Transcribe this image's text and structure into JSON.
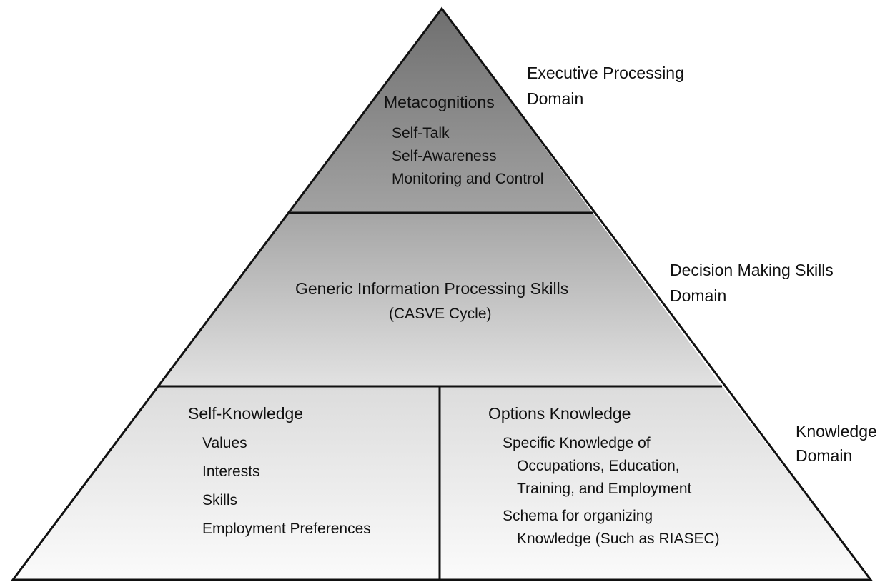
{
  "top": {
    "heading": "Metacognitions",
    "items": [
      "Self-Talk",
      "Self-Awareness",
      "Monitoring and Control"
    ],
    "domain_line1": "Executive Processing",
    "domain_line2": "Domain"
  },
  "middle": {
    "heading": "Generic Information Processing Skills",
    "subheading": "(CASVE Cycle)",
    "domain_line1": "Decision Making Skills",
    "domain_line2": "Domain"
  },
  "bottom": {
    "left": {
      "heading": "Self-Knowledge",
      "items": [
        "Values",
        "Interests",
        "Skills",
        "Employment Preferences"
      ]
    },
    "right": {
      "heading": "Options Knowledge",
      "item1_line1": "Specific Knowledge of",
      "item1_line2": "Occupations, Education,",
      "item1_line3": "Training, and Employment",
      "item2_line1": "Schema for organizing",
      "item2_line2": "Knowledge (Such as RIASEC)"
    },
    "domain_line1": "Knowledge",
    "domain_line2": "Domain"
  },
  "colors": {
    "top_fill_top": "#6f6f6f",
    "top_fill_bottom": "#a2a2a2",
    "middle_fill_top": "#a5a5a5",
    "middle_fill_bottom": "#e2e2e2",
    "bottom_fill_top": "#dcdcdc",
    "bottom_fill_bottom": "#fbfbfb",
    "stroke": "#111111"
  }
}
